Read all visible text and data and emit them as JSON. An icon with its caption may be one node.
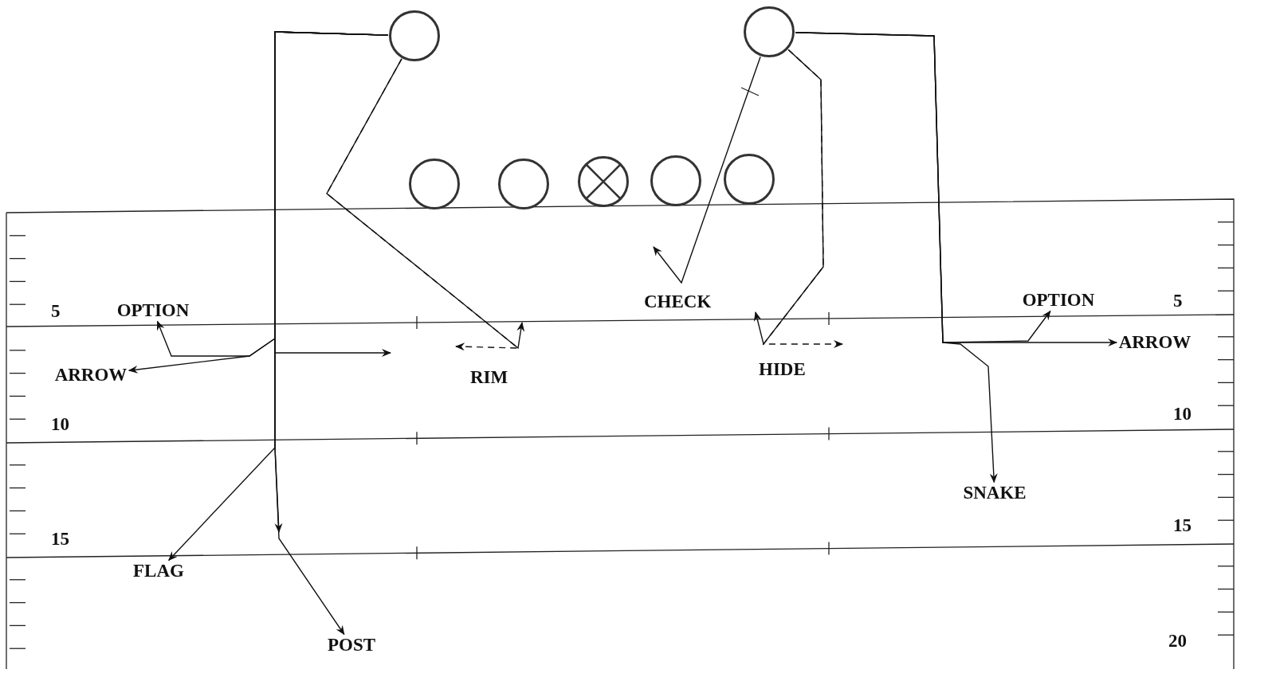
{
  "diagram": {
    "nodes": [
      {
        "text": [],
        "shape": "circle"
      },
      {
        "text": [],
        "shape": "circle"
      },
      {
        "text": [],
        "shape": "circle"
      },
      {
        "text": [],
        "shape": "circle"
      },
      {
        "text": [],
        "shape": "circle"
      },
      {
        "text": [],
        "shape": "circle"
      },
      {
        "text": [],
        "shape": "circle"
      },
      {
        "text": [
          "OPTION"
        ]
      },
      {
        "text": [
          "ARROW"
        ]
      },
      {
        "text": [
          "FLAG"
        ]
      },
      {
        "text": [
          "POST"
        ]
      },
      {
        "text": [
          "OPTION"
        ]
      },
      {
        "text": [
          "ARROW"
        ]
      },
      {
        "text": [
          "SNAKE"
        ]
      }
    ],
    "edges": [
      {
        "from": 0,
        "to": 8,
        "arrow": "to"
      },
      {
        "from": 0,
        "to": 7,
        "arrow": "to"
      },
      {
        "from": 0,
        "to": null,
        "arrow": "to"
      },
      {
        "from": 0,
        "to": 9,
        "arrow": "to"
      },
      {
        "from": 0,
        "to": null,
        "arrow": "to"
      },
      {
        "from": 0,
        "to": 10,
        "arrow": "to"
      },
      {
        "from": 0,
        "to": null,
        "arrow": "to"
      },
      {
        "from": 0,
        "to": null,
        "arrow": "to",
        "style": "dashed"
      },
      {
        "from": 1,
        "to": null,
        "arrow": "to"
      },
      {
        "from": 1,
        "to": null,
        "arrow": "to"
      },
      {
        "from": 1,
        "to": null,
        "arrow": "to",
        "style": "dashed"
      },
      {
        "from": 1,
        "to": 12,
        "arrow": "to"
      },
      {
        "from": 1,
        "to": 11,
        "arrow": "to"
      },
      {
        "from": 1,
        "to": 13,
        "arrow": "to"
      }
    ],
    "labels": [
      "5",
      "CHECK",
      "5",
      "RIM",
      "HIDE",
      "10",
      "10",
      "15",
      "15",
      "20"
    ]
  }
}
